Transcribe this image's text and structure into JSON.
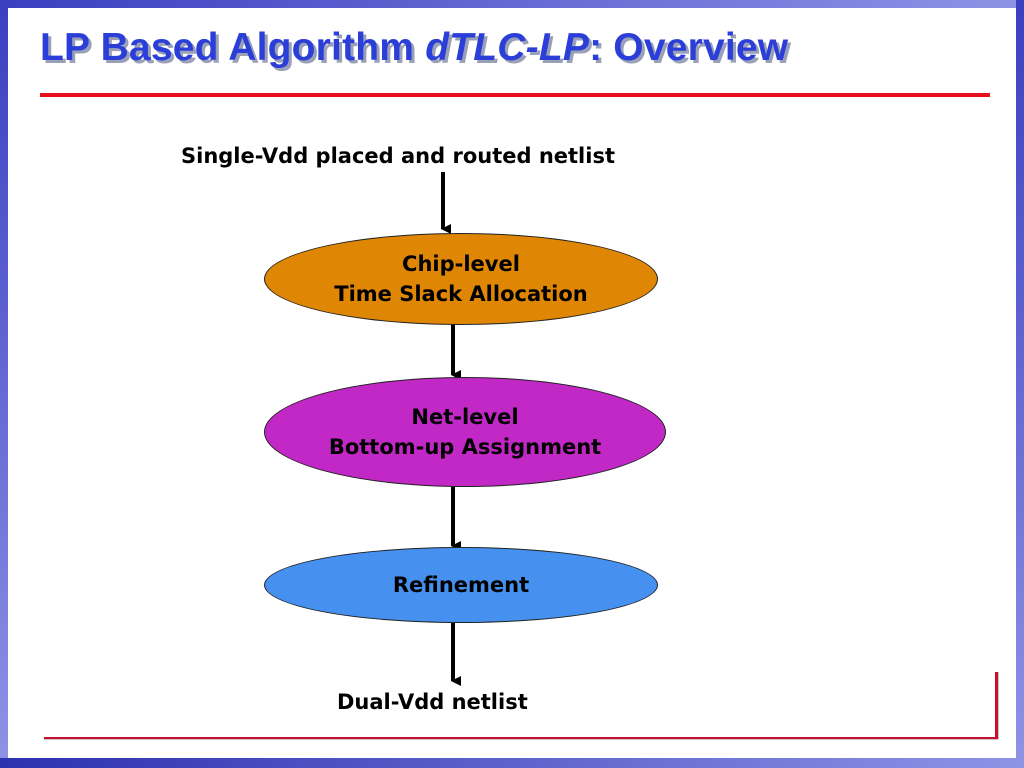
{
  "slide": {
    "title_part1": "LP Based Algorithm ",
    "title_italic": "dTLC-LP",
    "title_part2": ": Overview"
  },
  "flow": {
    "input_label": "Single-Vdd placed and routed netlist",
    "output_label": "Dual-Vdd netlist",
    "steps": [
      {
        "line1": "Chip-level",
        "line2": "Time Slack Allocation",
        "color": "#df8604"
      },
      {
        "line1": "Net-level",
        "line2": "Bottom-up Assignment",
        "color": "#c228c6"
      },
      {
        "line1": "Refinement",
        "line2": "",
        "color": "#4691ef"
      }
    ]
  },
  "colors": {
    "title": "#2b3fd8",
    "rule": "#e8101a",
    "frame": "#3a3fc0"
  }
}
